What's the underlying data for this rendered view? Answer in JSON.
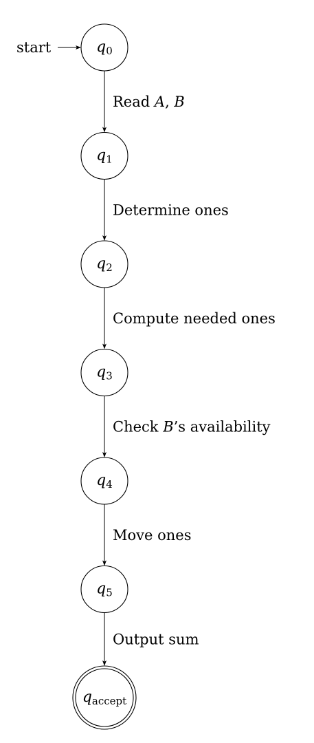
{
  "start": {
    "label": "start"
  },
  "states": [
    {
      "id": "q0",
      "symbol": "q",
      "subscript": "0",
      "accepting": false
    },
    {
      "id": "q1",
      "symbol": "q",
      "subscript": "1",
      "accepting": false
    },
    {
      "id": "q2",
      "symbol": "q",
      "subscript": "2",
      "accepting": false
    },
    {
      "id": "q3",
      "symbol": "q",
      "subscript": "3",
      "accepting": false
    },
    {
      "id": "q4",
      "symbol": "q",
      "subscript": "4",
      "accepting": false
    },
    {
      "id": "q5",
      "symbol": "q",
      "subscript": "5",
      "accepting": false
    },
    {
      "id": "qaccept",
      "symbol": "q",
      "subscript": "accept",
      "accepting": true
    }
  ],
  "transitions": [
    {
      "from": "q0",
      "to": "q1",
      "label": [
        {
          "text": "Read "
        },
        {
          "text": "A",
          "math": true
        },
        {
          "text": ", "
        },
        {
          "text": "B",
          "math": true
        }
      ]
    },
    {
      "from": "q1",
      "to": "q2",
      "label": [
        {
          "text": "Determine ones"
        }
      ]
    },
    {
      "from": "q2",
      "to": "q3",
      "label": [
        {
          "text": "Compute needed ones"
        }
      ]
    },
    {
      "from": "q3",
      "to": "q4",
      "label": [
        {
          "text": "Check "
        },
        {
          "text": "B",
          "math": true
        },
        {
          "text": "’s availability"
        }
      ]
    },
    {
      "from": "q4",
      "to": "q5",
      "label": [
        {
          "text": "Move ones"
        }
      ]
    },
    {
      "from": "q5",
      "to": "qaccept",
      "label": [
        {
          "text": "Output sum"
        }
      ]
    }
  ]
}
